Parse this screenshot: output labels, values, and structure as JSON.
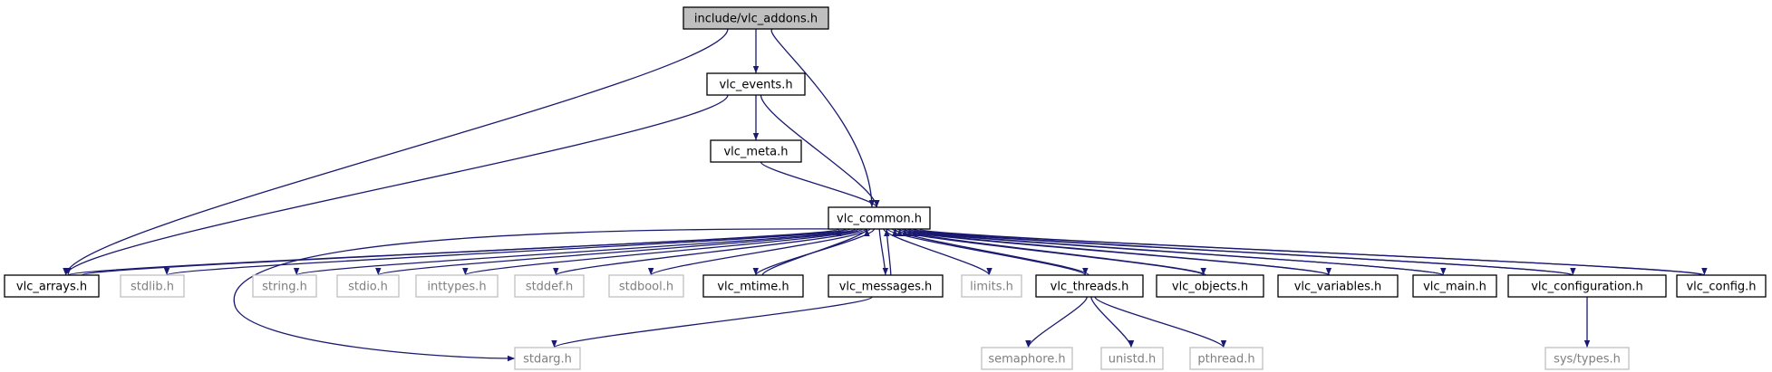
{
  "colors": {
    "edge": "#191970",
    "node_border": "#000000",
    "system_border": "#bfbfbf",
    "root_fill": "#bfbfbf",
    "node_fill": "#ffffff",
    "text": "#000000",
    "system_text": "#7f7f7f"
  },
  "nodes": [
    {
      "id": "vlc_addons",
      "label": "include/vlc_addons.h",
      "kind": "root"
    },
    {
      "id": "vlc_events",
      "label": "vlc_events.h",
      "kind": "local"
    },
    {
      "id": "vlc_meta",
      "label": "vlc_meta.h",
      "kind": "local"
    },
    {
      "id": "vlc_common",
      "label": "vlc_common.h",
      "kind": "local"
    },
    {
      "id": "vlc_arrays",
      "label": "vlc_arrays.h",
      "kind": "local"
    },
    {
      "id": "stdlib",
      "label": "stdlib.h",
      "kind": "system"
    },
    {
      "id": "string",
      "label": "string.h",
      "kind": "system"
    },
    {
      "id": "stdio",
      "label": "stdio.h",
      "kind": "system"
    },
    {
      "id": "inttypes",
      "label": "inttypes.h",
      "kind": "system"
    },
    {
      "id": "stddef",
      "label": "stddef.h",
      "kind": "system"
    },
    {
      "id": "stdbool",
      "label": "stdbool.h",
      "kind": "system"
    },
    {
      "id": "vlc_mtime",
      "label": "vlc_mtime.h",
      "kind": "local"
    },
    {
      "id": "vlc_messages",
      "label": "vlc_messages.h",
      "kind": "local"
    },
    {
      "id": "limits",
      "label": "limits.h",
      "kind": "system"
    },
    {
      "id": "vlc_threads",
      "label": "vlc_threads.h",
      "kind": "local"
    },
    {
      "id": "vlc_objects",
      "label": "vlc_objects.h",
      "kind": "local"
    },
    {
      "id": "vlc_variables",
      "label": "vlc_variables.h",
      "kind": "local"
    },
    {
      "id": "vlc_main",
      "label": "vlc_main.h",
      "kind": "local"
    },
    {
      "id": "vlc_configuration",
      "label": "vlc_configuration.h",
      "kind": "local"
    },
    {
      "id": "vlc_config",
      "label": "vlc_config.h",
      "kind": "local"
    },
    {
      "id": "stdarg",
      "label": "stdarg.h",
      "kind": "system"
    },
    {
      "id": "semaphore",
      "label": "semaphore.h",
      "kind": "system"
    },
    {
      "id": "unistd",
      "label": "unistd.h",
      "kind": "system"
    },
    {
      "id": "pthread",
      "label": "pthread.h",
      "kind": "system"
    },
    {
      "id": "sys_types",
      "label": "sys/types.h",
      "kind": "system"
    }
  ],
  "edges": [
    {
      "from": "vlc_addons",
      "to": "vlc_events"
    },
    {
      "from": "vlc_addons",
      "to": "vlc_common"
    },
    {
      "from": "vlc_addons",
      "to": "vlc_arrays"
    },
    {
      "from": "vlc_events",
      "to": "vlc_meta"
    },
    {
      "from": "vlc_events",
      "to": "vlc_common"
    },
    {
      "from": "vlc_events",
      "to": "vlc_arrays"
    },
    {
      "from": "vlc_meta",
      "to": "vlc_common"
    },
    {
      "from": "vlc_common",
      "to": "vlc_arrays"
    },
    {
      "from": "vlc_common",
      "to": "stdlib"
    },
    {
      "from": "vlc_common",
      "to": "string"
    },
    {
      "from": "vlc_common",
      "to": "stdio"
    },
    {
      "from": "vlc_common",
      "to": "inttypes"
    },
    {
      "from": "vlc_common",
      "to": "stddef"
    },
    {
      "from": "vlc_common",
      "to": "stdbool"
    },
    {
      "from": "vlc_common",
      "to": "stdarg"
    },
    {
      "from": "vlc_common",
      "to": "vlc_mtime"
    },
    {
      "from": "vlc_common",
      "to": "vlc_messages"
    },
    {
      "from": "vlc_common",
      "to": "limits"
    },
    {
      "from": "vlc_common",
      "to": "vlc_threads"
    },
    {
      "from": "vlc_common",
      "to": "vlc_objects"
    },
    {
      "from": "vlc_common",
      "to": "vlc_variables"
    },
    {
      "from": "vlc_common",
      "to": "vlc_main"
    },
    {
      "from": "vlc_common",
      "to": "vlc_configuration"
    },
    {
      "from": "vlc_common",
      "to": "vlc_config"
    },
    {
      "from": "vlc_arrays",
      "to": "vlc_common"
    },
    {
      "from": "vlc_mtime",
      "to": "vlc_common"
    },
    {
      "from": "vlc_messages",
      "to": "vlc_common"
    },
    {
      "from": "vlc_messages",
      "to": "stdarg"
    },
    {
      "from": "vlc_threads",
      "to": "vlc_common"
    },
    {
      "from": "vlc_threads",
      "to": "semaphore"
    },
    {
      "from": "vlc_threads",
      "to": "unistd"
    },
    {
      "from": "vlc_threads",
      "to": "pthread"
    },
    {
      "from": "vlc_objects",
      "to": "vlc_common"
    },
    {
      "from": "vlc_variables",
      "to": "vlc_common"
    },
    {
      "from": "vlc_main",
      "to": "vlc_common"
    },
    {
      "from": "vlc_configuration",
      "to": "vlc_common"
    },
    {
      "from": "vlc_configuration",
      "to": "sys_types"
    },
    {
      "from": "vlc_config",
      "to": "vlc_common"
    }
  ]
}
